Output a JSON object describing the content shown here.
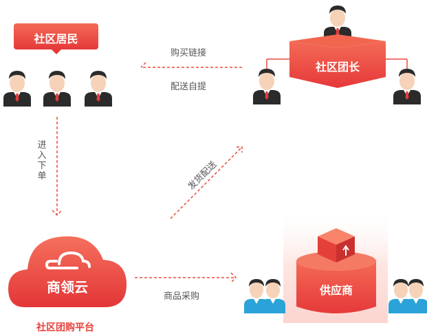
{
  "nodes": {
    "residents": "社区居民",
    "leader": "社区团长",
    "platform": "商领云",
    "platform_caption": "社区团购平台",
    "supplier": "供应商"
  },
  "edges": {
    "purchase_link": "购买链接",
    "delivery_pickup": "配送自提",
    "enter_order": "进入下单",
    "ship_delivery": "发货配送",
    "procurement": "商品采购"
  },
  "colors": {
    "accent_red": "#e8413a",
    "accent_red_light": "#f26650",
    "text_red": "#e8413a",
    "dashed_line": "#e84a3c",
    "text_gray": "#555555"
  },
  "icons": [
    "person-icon",
    "cloud-icon",
    "box-icon"
  ]
}
